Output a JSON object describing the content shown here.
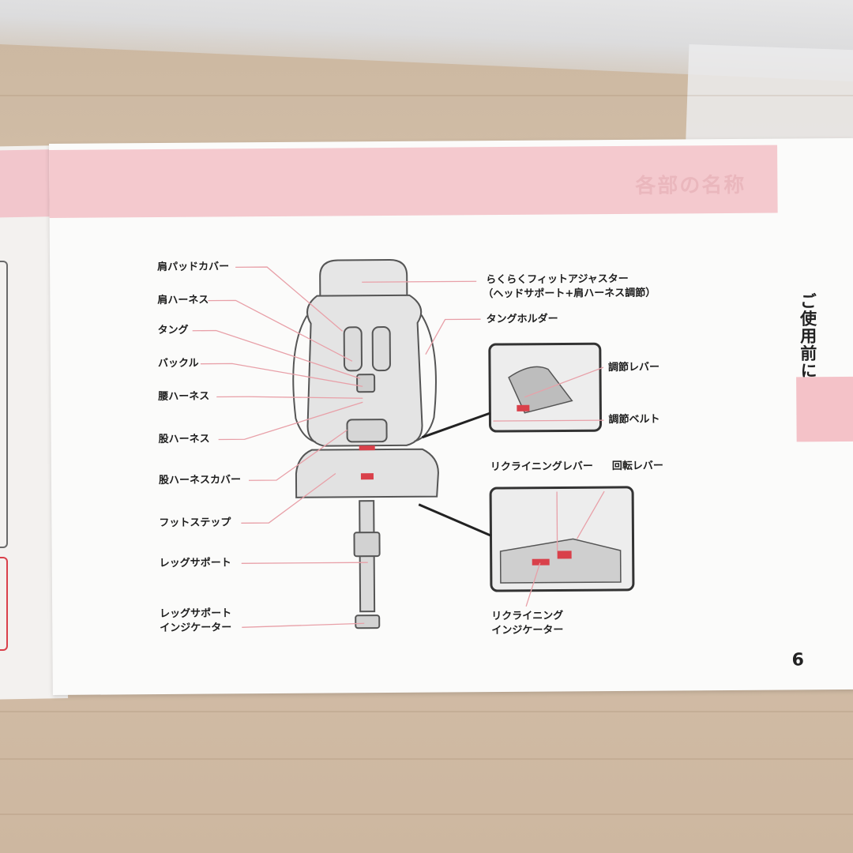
{
  "side_tab": {
    "text": "ご使用前に"
  },
  "page_number": "6",
  "header": {
    "title": "各部の名称"
  },
  "labels": {
    "shoulder_pad_cover": "肩パッドカバー",
    "shoulder_harness": "肩ハーネス",
    "tongue": "タング",
    "buckle": "バックル",
    "waist_harness": "腰ハーネス",
    "crotch_harness": "股ハーネス",
    "crotch_harness_cover": "股ハーネスカバー",
    "footstep": "フットステップ",
    "leg_support": "レッグサポート",
    "leg_support_indicator_1": "レッグサポート",
    "leg_support_indicator_2": "インジケーター",
    "fit_adjuster_1": "らくらくフィットアジャスター",
    "fit_adjuster_2": "（ヘッドサポート+肩ハーネス調節）",
    "tongue_holder": "タングホルダー",
    "adjust_lever": "調節レバー",
    "adjust_belt": "調節ベルト",
    "recline_lever": "リクライニングレバー",
    "rotate_lever": "回転レバー",
    "recline_indicator_1": "リクライニング",
    "recline_indicator_2": "インジケーター"
  },
  "colors": {
    "header_pink": "#f4c9ce",
    "accent_red": "#d9404a",
    "line_pink": "#e8a0a8"
  }
}
